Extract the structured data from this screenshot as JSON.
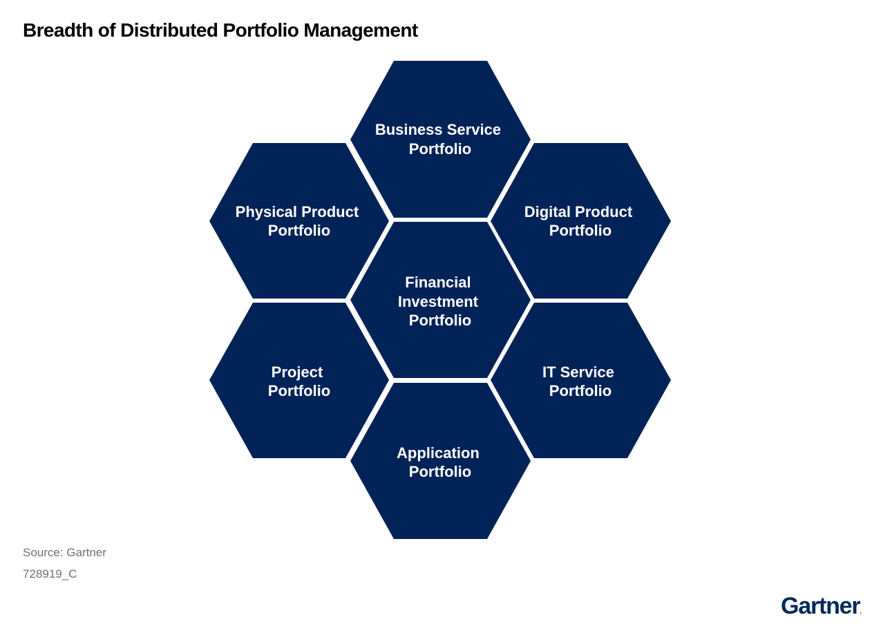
{
  "title": "Breadth of Distributed Portfolio Management",
  "colors": {
    "hexagon_fill": "#022357",
    "hexagon_text": "#ffffff",
    "footer_text": "#6f7173",
    "logo": "#002856"
  },
  "hexagons": [
    {
      "id": "business-service",
      "lines": [
        "Business Service",
        "Portfolio"
      ]
    },
    {
      "id": "physical-product",
      "lines": [
        "Physical Product",
        "Portfolio"
      ]
    },
    {
      "id": "digital-product",
      "lines": [
        "Digital Product",
        "Portfolio"
      ]
    },
    {
      "id": "financial-investment",
      "lines": [
        "Financial",
        "Investment",
        "Portfolio"
      ]
    },
    {
      "id": "project",
      "lines": [
        "Project",
        "Portfolio"
      ]
    },
    {
      "id": "it-service",
      "lines": [
        "IT Service",
        "Portfolio"
      ]
    },
    {
      "id": "application",
      "lines": [
        "Application",
        "Portfolio"
      ]
    }
  ],
  "footer": {
    "source": "Source: Gartner",
    "doc_id": "728919_C"
  },
  "logo": {
    "text": "Gartner",
    "mark": "."
  }
}
